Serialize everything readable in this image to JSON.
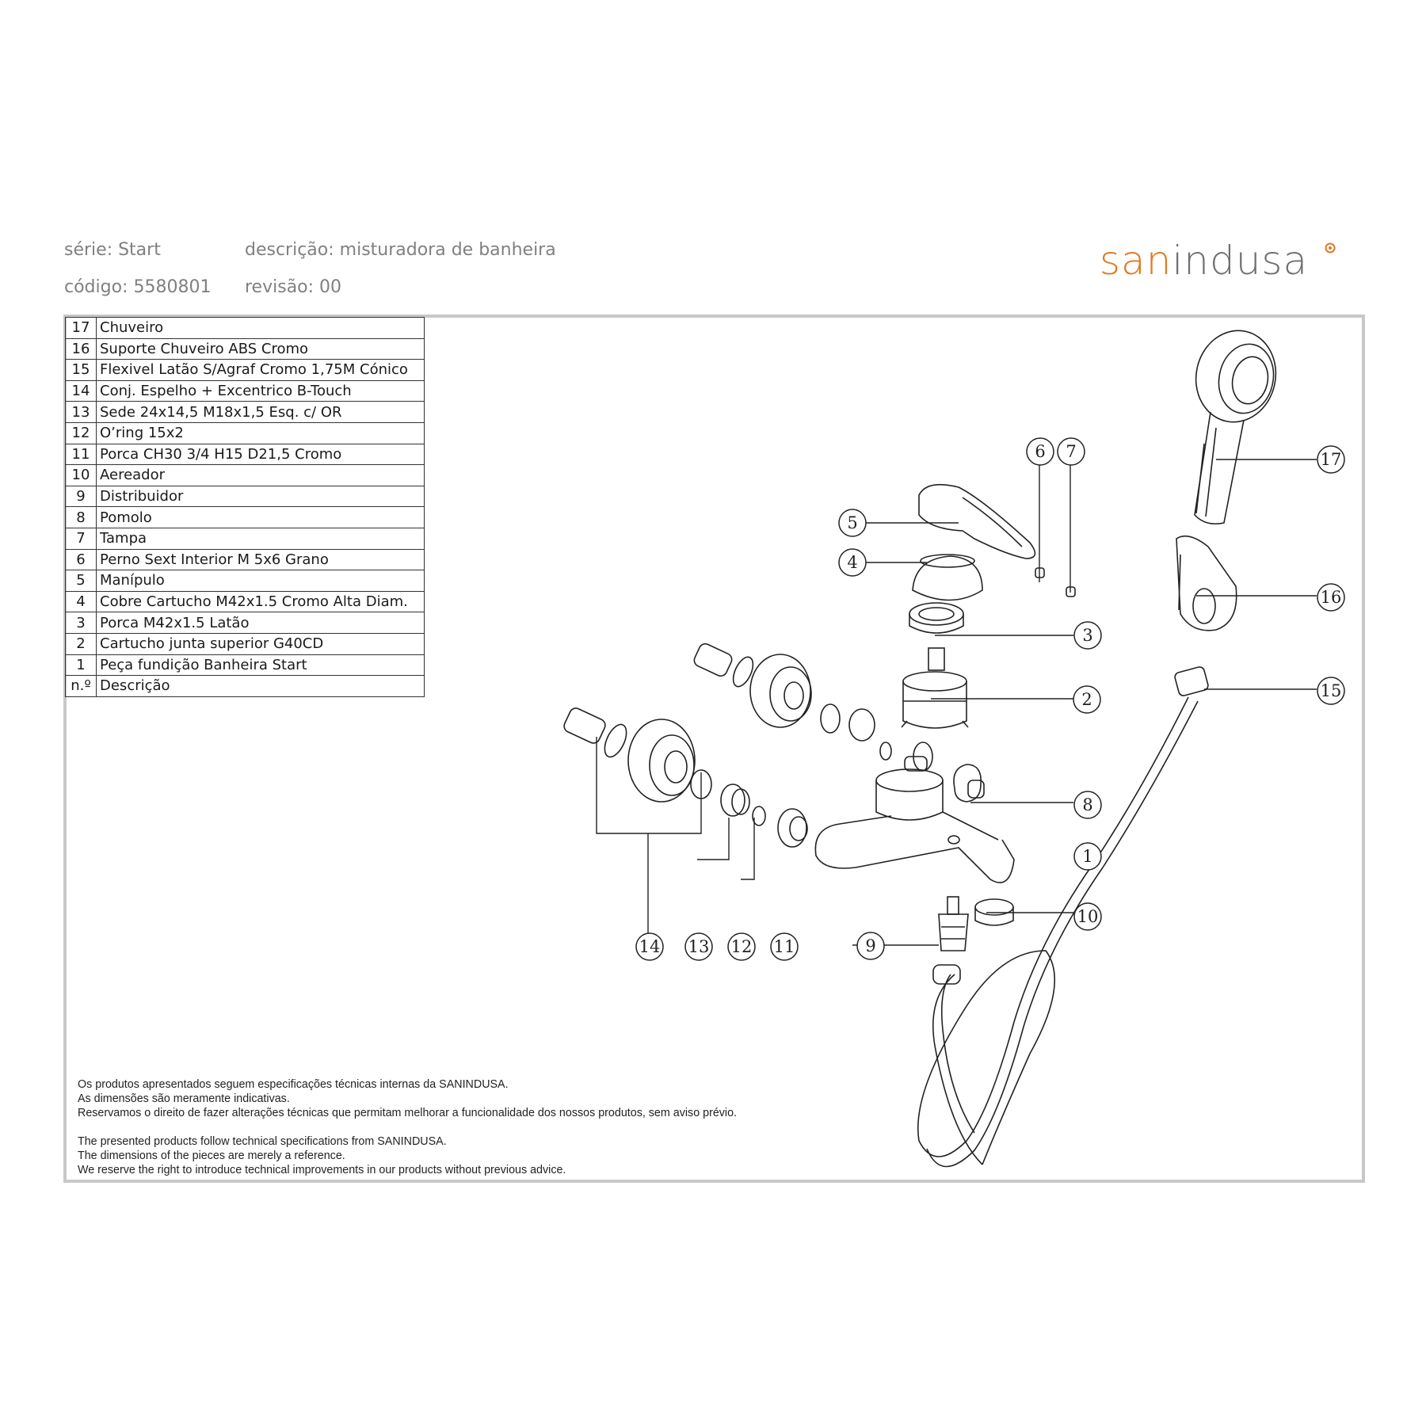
{
  "header": {
    "serie": "série: Start",
    "descricao": "descrição: misturadora de banheira",
    "codigo": "código: 5580801",
    "revisao": "revisão: 00"
  },
  "logo": {
    "part_a": "san",
    "part_b": "indusa",
    "color_a": "#e07a22",
    "color_b": "#707070"
  },
  "parts_table": {
    "rows": [
      {
        "n": "17",
        "desc": "Chuveiro"
      },
      {
        "n": "16",
        "desc": "Suporte Chuveiro ABS Cromo"
      },
      {
        "n": "15",
        "desc": "Flexivel Latão S/Agraf Cromo 1,75M Cónico"
      },
      {
        "n": "14",
        "desc": "Conj. Espelho + Excentrico B-Touch"
      },
      {
        "n": "13",
        "desc": "Sede 24x14,5  M18x1,5 Esq. c/ OR"
      },
      {
        "n": "12",
        "desc": "O’ring 15x2"
      },
      {
        "n": "11",
        "desc": "Porca CH30 3/4 H15 D21,5 Cromo"
      },
      {
        "n": "10",
        "desc": "Aereador"
      },
      {
        "n": "9",
        "desc": "Distribuidor"
      },
      {
        "n": "8",
        "desc": "Pomolo"
      },
      {
        "n": "7",
        "desc": "Tampa"
      },
      {
        "n": "6",
        "desc": "Perno Sext Interior M 5x6 Grano"
      },
      {
        "n": "5",
        "desc": "Manípulo"
      },
      {
        "n": "4",
        "desc": "Cobre Cartucho M42x1.5 Cromo Alta Diam."
      },
      {
        "n": "3",
        "desc": "Porca M42x1.5 Latão"
      },
      {
        "n": "2",
        "desc": "Cartucho junta superior G40CD"
      },
      {
        "n": "1",
        "desc": "Peça fundição Banheira Start"
      }
    ],
    "footer": {
      "n": "n.º",
      "desc": "Descrição"
    }
  },
  "callouts": [
    "1",
    "2",
    "3",
    "4",
    "5",
    "6",
    "7",
    "8",
    "9",
    "10",
    "11",
    "12",
    "13",
    "14",
    "15",
    "16",
    "17"
  ],
  "disclaimer": {
    "pt": [
      "Os produtos apresentados seguem especificações técnicas internas da SANINDUSA.",
      "As dimensões são meramente indicativas.",
      "Reservamos o direito de fazer alterações técnicas que permitam melhorar a funcionalidade dos nossos produtos, sem aviso prévio."
    ],
    "en": [
      "The presented products follow technical specifications from SANINDUSA.",
      "The dimensions of the pieces are merely a reference.",
      "We reserve the right to introduce technical improvements in our products without previous advice."
    ]
  }
}
